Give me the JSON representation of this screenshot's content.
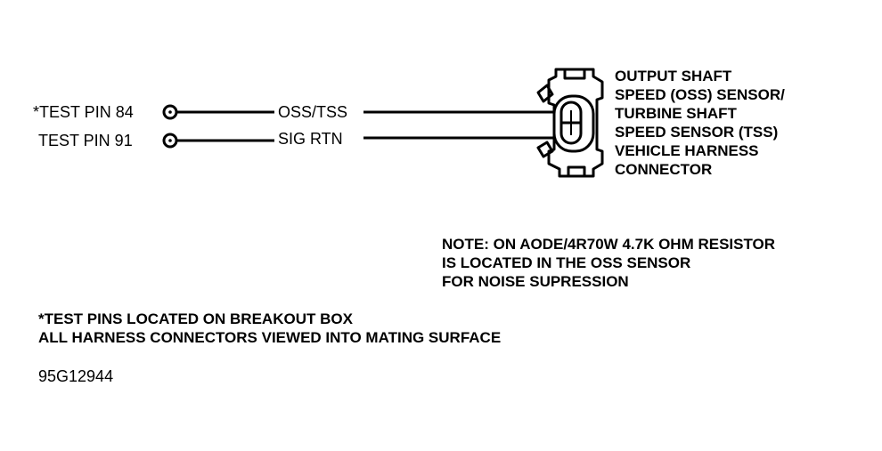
{
  "pins": [
    {
      "label": "*TEST PIN 84",
      "signal": "OSS/TSS"
    },
    {
      "label": "TEST PIN 91",
      "signal": "SIG RTN"
    }
  ],
  "connector_label": [
    "OUTPUT SHAFT",
    "SPEED (OSS) SENSOR/",
    "TURBINE SHAFT",
    "SPEED SENSOR (TSS)",
    "VEHICLE HARNESS",
    "CONNECTOR"
  ],
  "note": [
    "NOTE: ON AODE/4R70W 4.7K OHM RESISTOR",
    "IS LOCATED IN THE OSS SENSOR",
    "FOR NOISE SUPRESSION"
  ],
  "footnote": [
    "*TEST PINS LOCATED ON BREAKOUT BOX",
    "ALL HARNESS CONNECTORS VIEWED INTO MATING SURFACE"
  ],
  "figure_id": "95G12944"
}
